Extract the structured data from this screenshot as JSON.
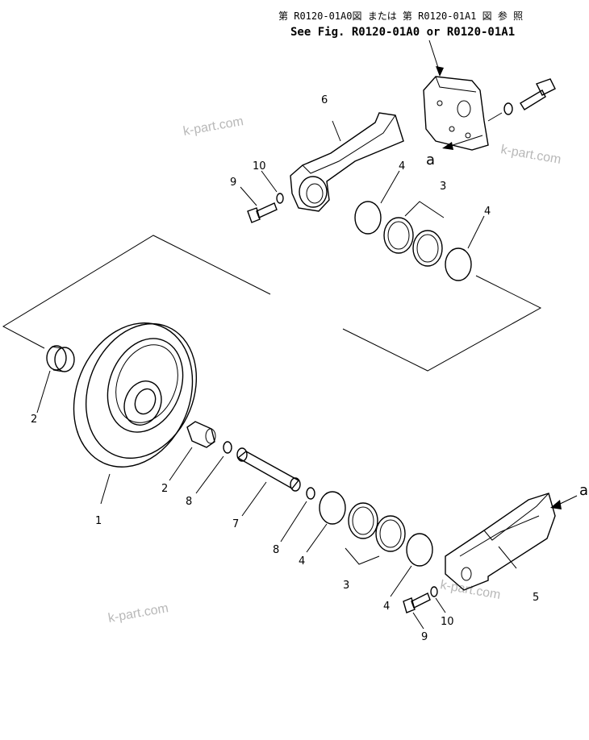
{
  "reference": {
    "japanese": "第 R0120-01A0図 または 第 R0120-01A1 図 参 照",
    "english": "See Fig. R0120-01A0 or R0120-01A1"
  },
  "callouts": {
    "c1": "1",
    "c2a": "2",
    "c2b": "2",
    "c3a": "3",
    "c3b": "3",
    "c4a": "4",
    "c4b": "4",
    "c4c": "4",
    "c4d": "4",
    "c5": "5",
    "c6": "6",
    "c7": "7",
    "c8a": "8",
    "c8b": "8",
    "c9a": "9",
    "c9b": "9",
    "c10a": "10",
    "c10b": "10",
    "ca1": "a",
    "ca2": "a"
  },
  "watermark": "k-part.com"
}
